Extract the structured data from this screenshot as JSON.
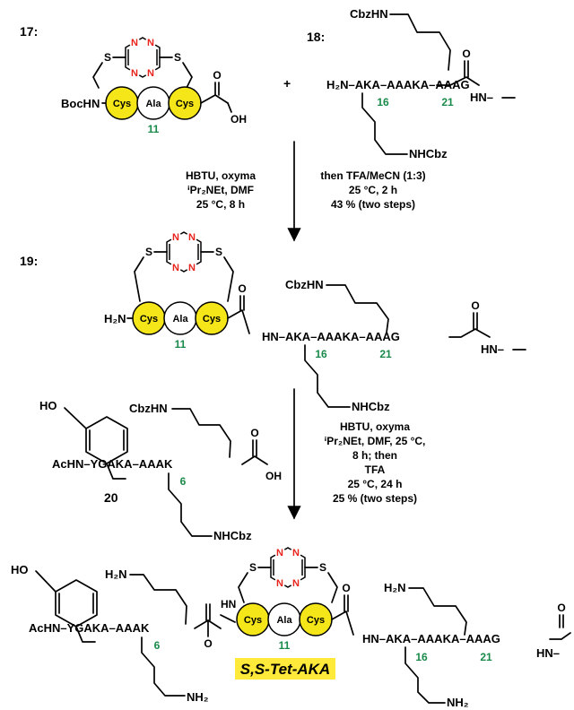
{
  "labels": {
    "c17": "17:",
    "c18": "18:",
    "c19": "19:",
    "c20": "20"
  },
  "plus": "+",
  "atoms": {
    "S": "S",
    "N": "N",
    "O": "O",
    "OH": "OH",
    "H": "H",
    "BocHN": "BocHN",
    "H2N": "H₂N",
    "NH2": "NH₂",
    "HN": "HN",
    "HN_": "HN–",
    "CbzHN": "CbzHN",
    "NHCbz": "NHCbz",
    "AcHN": "AcHN–",
    "HO": "HO"
  },
  "residues": {
    "cys": "Cys",
    "ala": "Ala"
  },
  "sequences": {
    "s18": "H₂N–AKA–AAAKA–AAAG",
    "s19": "HN–AKA–AAAKA–AAAG",
    "s20": "AcHN–YGAKA–AAAK",
    "sfinal_left": "AcHN–YGAKA–AAAK"
  },
  "numbers": {
    "n11": "11",
    "n16": "16",
    "n21": "21",
    "n6": "6"
  },
  "conditions": {
    "step1_left": [
      "HBTU, oxyma",
      "ⁱPr₂NEt, DMF",
      "25 °C, 8 h"
    ],
    "step1_right": [
      "then TFA/MeCN (1:3)",
      "25 °C, 2 h",
      "43 % (two steps)"
    ],
    "step2": [
      "HBTU, oxyma",
      "ⁱPr₂NEt, DMF, 25 °C,",
      "8 h; then",
      "TFA",
      "25 °C, 24 h",
      "25 % (two steps)"
    ]
  },
  "product_name": "S,S-Tet-AKA",
  "colors": {
    "cys_fill": "#f5e61a",
    "tetrazine_n": "#e8231b",
    "residue_number": "#1a8a4a",
    "product_highlight": "#ffe93b"
  }
}
